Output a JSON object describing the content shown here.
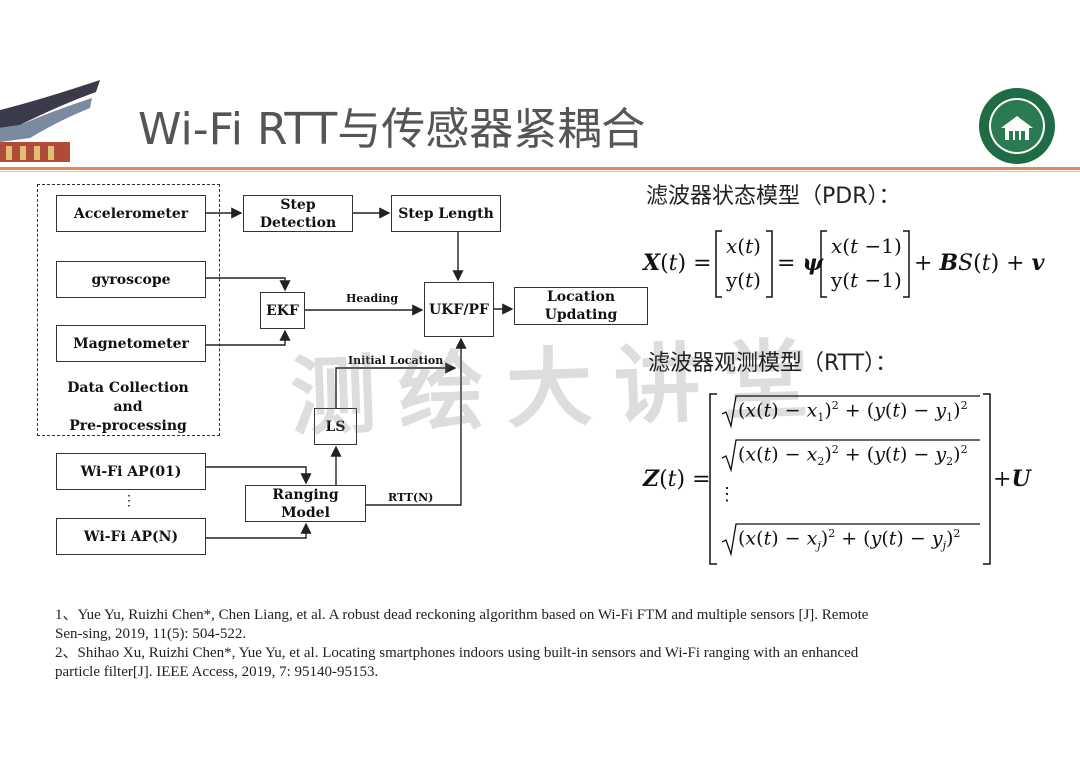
{
  "title": "Wi-Fi RTT与传感器紧耦合",
  "diagram": {
    "accelerometer": "Accelerometer",
    "gyroscope": "gyroscope",
    "magnetometer": "Magnetometer",
    "data_collection": [
      "Data Collection",
      "and",
      "Pre-processing"
    ],
    "step_detection": "Step Detection",
    "step_length": "Step Length",
    "ekf": "EKF",
    "heading": "Heading",
    "ukf_pf": "UKF/PF",
    "location_updating": [
      "Location",
      "Updating"
    ],
    "initial_location": "Initial Location",
    "ls": "LS",
    "wifi_ap_01": "Wi-Fi AP(01)",
    "dots": "⋮",
    "wifi_ap_n": "Wi-Fi AP(N)",
    "ranging_model": "Ranging Model",
    "rtt_n": "RTT(N)"
  },
  "equations": {
    "state_heading": "滤波器状态模型（PDR）：",
    "obs_heading": "滤波器观测模型（RTT）："
  },
  "references": [
    "1、Yue Yu, Ruizhi Chen*, Chen Liang, et al. A robust dead reckoning algorithm based on Wi-Fi FTM and multiple sensors [J]. Remote Sen-sing, 2019, 11(5): 504-522.",
    "2、Shihao Xu, Ruizhi Chen*, Yue Yu, et al. Locating smartphones indoors using built-in sensors and Wi-Fi ranging with an enhanced particle filter[J]. IEEE Access, 2019, 7: 95140-95153."
  ],
  "watermark": "测绘大讲堂",
  "colors": {
    "accent": "#e4885a",
    "title": "#555555"
  }
}
